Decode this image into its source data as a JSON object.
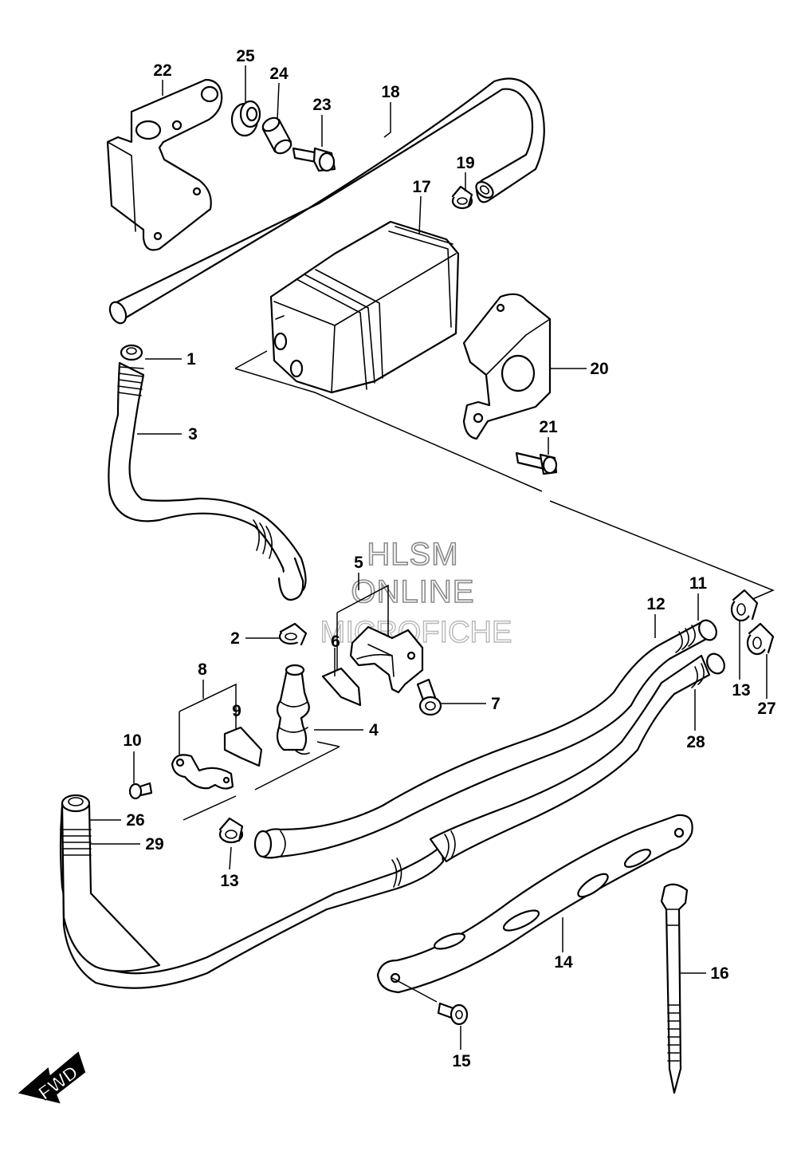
{
  "diagram": {
    "watermark": {
      "line1": "HLSM",
      "line2": "ONLINE",
      "line3": "MICROFICHE"
    },
    "direction_label": "FWD",
    "callouts": [
      "1",
      "2",
      "3",
      "4",
      "5",
      "6",
      "7",
      "8",
      "9",
      "10",
      "11",
      "12",
      "13",
      "14",
      "15",
      "16",
      "17",
      "18",
      "19",
      "20",
      "21",
      "22",
      "23",
      "24",
      "25",
      "26",
      "27",
      "28",
      "29"
    ],
    "callout_13_second": "13"
  }
}
